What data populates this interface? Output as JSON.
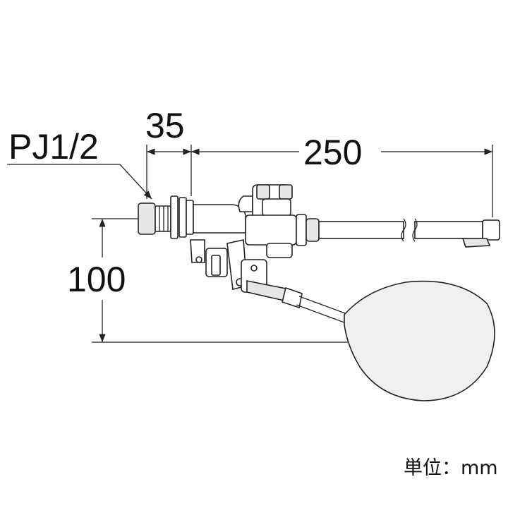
{
  "labels": {
    "thread": "PJ1/2",
    "dim_35": "35",
    "dim_250": "250",
    "dim_100": "100",
    "unit": "単位：mm"
  },
  "colors": {
    "line": "#222222",
    "text": "#111111",
    "fill_light": "#e6e6e6",
    "background": "#ffffff"
  }
}
